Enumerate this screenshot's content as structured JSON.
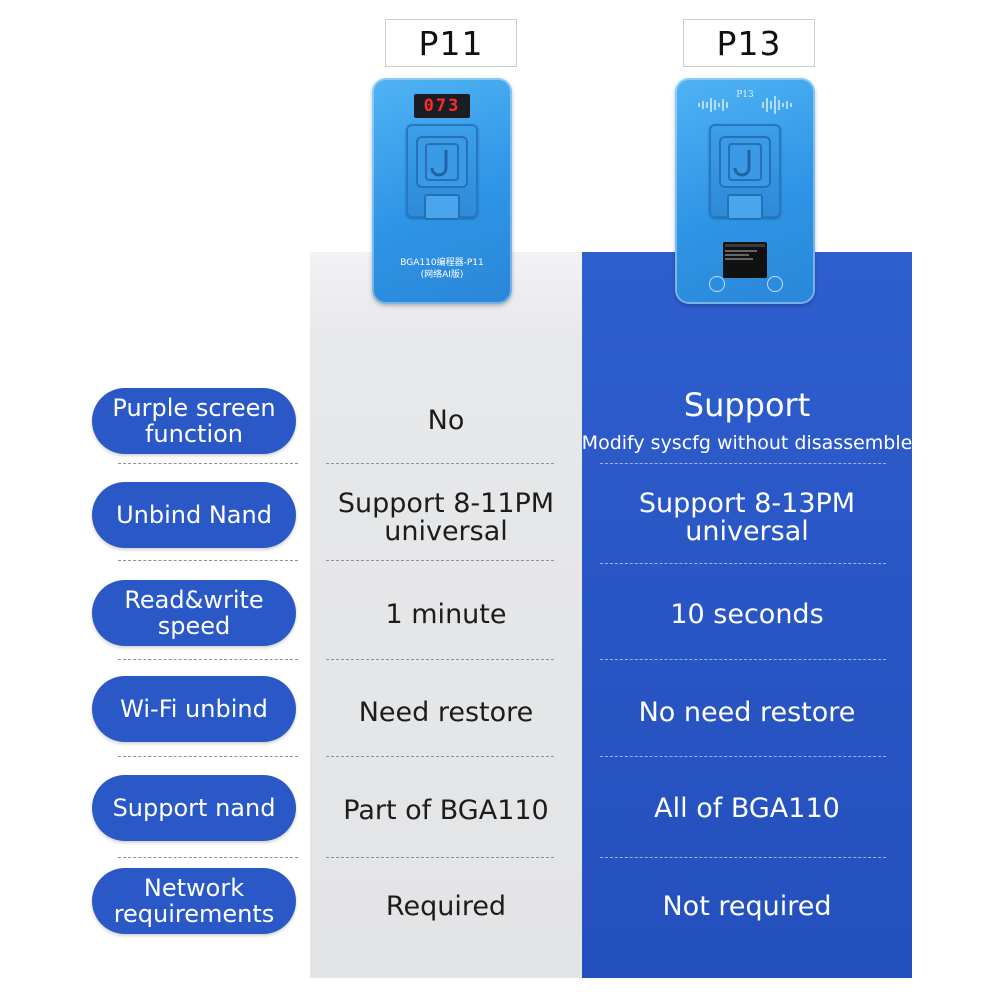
{
  "products": {
    "left": {
      "name": "P11",
      "display": "073",
      "device_label_line1": "BGA110编程器-P11",
      "device_label_line2": "(网络AI版)"
    },
    "right": {
      "name": "P13",
      "device_mark": "P13"
    }
  },
  "rows": [
    {
      "label": "Purple screen function",
      "p11": "No",
      "p13": "Support",
      "p13_note": "Modify syscfg without disassemble"
    },
    {
      "label": "Unbind Nand",
      "p11": "Support 8-11PM universal",
      "p13": "Support 8-13PM universal"
    },
    {
      "label": "Read&write speed",
      "p11": "1 minute",
      "p13": "10 seconds"
    },
    {
      "label": "Wi-Fi unbind",
      "p11": "Need restore",
      "p13": "No need restore"
    },
    {
      "label": "Support nand",
      "p11": "Part of BGA110",
      "p13": "All of BGA110"
    },
    {
      "label": "Network requirements",
      "p11": "Required",
      "p13": "Not required"
    }
  ],
  "colors": {
    "accent_blue": "#2a58c6",
    "left_column": "#e4e5e7",
    "right_column": "#2a57c6"
  }
}
